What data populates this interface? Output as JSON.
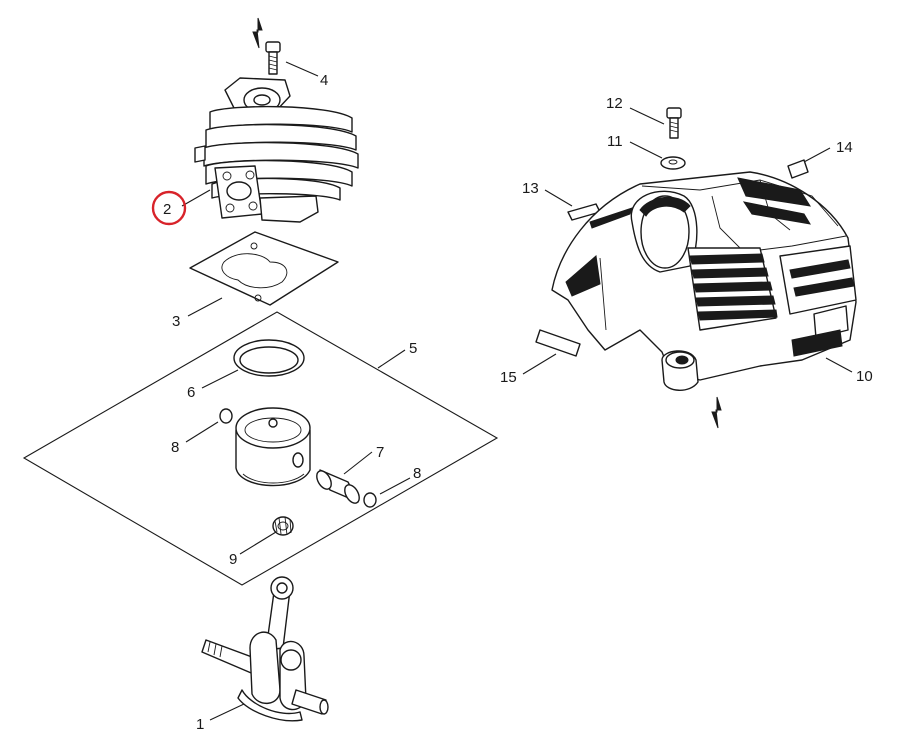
{
  "callouts": {
    "c1": "1",
    "c2": "2",
    "c3": "3",
    "c4": "4",
    "c5": "5",
    "c6": "6",
    "c7": "7",
    "c8a": "8",
    "c8b": "8",
    "c9": "9",
    "c10": "10",
    "c11": "11",
    "c12": "12",
    "c13": "13",
    "c14": "14",
    "c15": "15"
  },
  "highlight": {
    "callout": "2",
    "color": "#d8232a"
  },
  "icons": [
    "direction-arrow-icon",
    "direction-arrow-icon"
  ]
}
